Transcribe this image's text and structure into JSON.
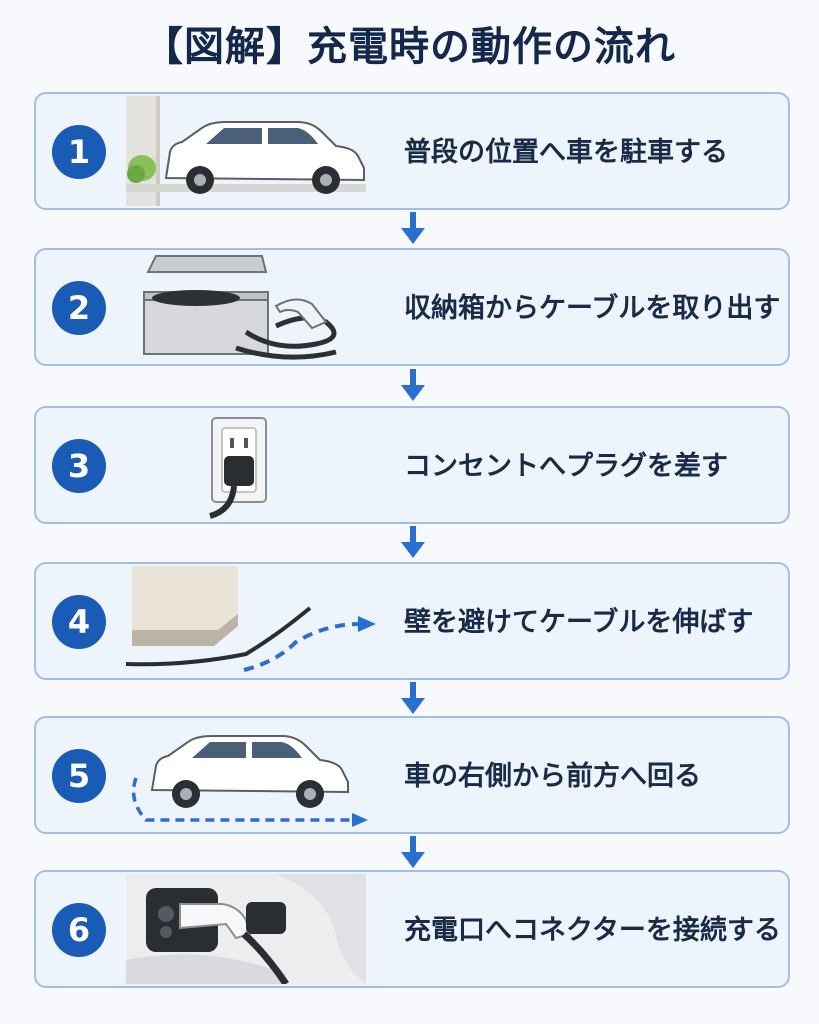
{
  "title": "【図解】充電時の動作の流れ",
  "colors": {
    "accent": "#1a5bb5",
    "card_bg": "#eef4fc",
    "card_border": "#9fbfe6",
    "text": "#1a2b48"
  },
  "steps": [
    {
      "number": "1",
      "label": "普段の位置へ車を駐車する",
      "icon": "parked-car-icon"
    },
    {
      "number": "2",
      "label": "収納箱からケーブルを取り出す",
      "icon": "storage-box-cable-icon"
    },
    {
      "number": "3",
      "label": "コンセントへプラグを差す",
      "icon": "outlet-plug-icon"
    },
    {
      "number": "4",
      "label": "壁を避けてケーブルを伸ばす",
      "icon": "wall-cable-icon"
    },
    {
      "number": "5",
      "label": "車の右側から前方へ回る",
      "icon": "car-walk-path-icon"
    },
    {
      "number": "6",
      "label": "充電口へコネクターを接続する",
      "icon": "charging-port-connector-icon"
    }
  ]
}
